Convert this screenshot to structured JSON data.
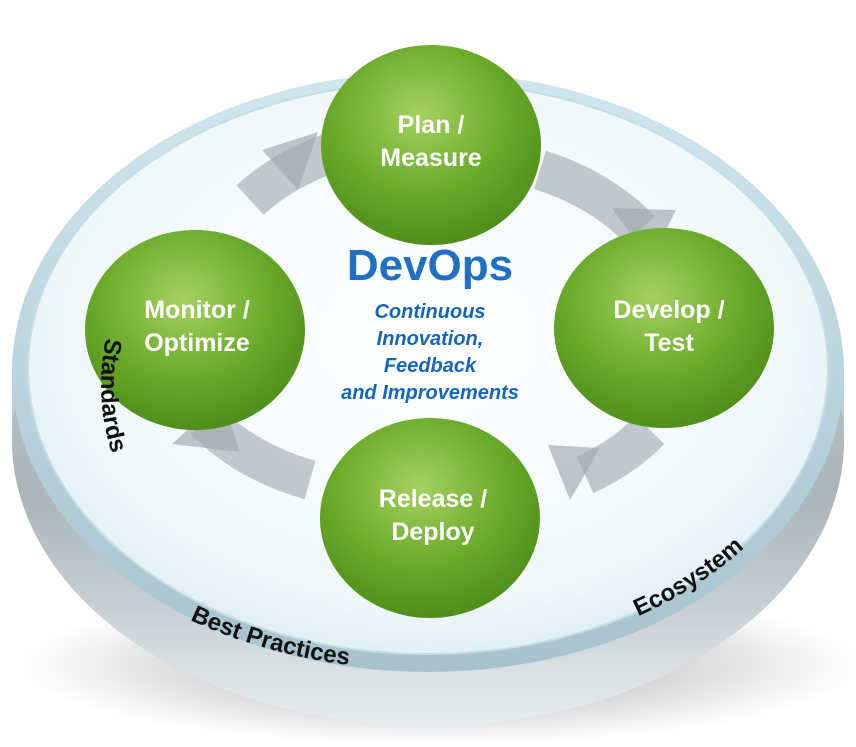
{
  "center": {
    "title": "DevOps",
    "subtitle_lines": [
      "Continuous",
      "Innovation,",
      "Feedback",
      "and Improvements"
    ]
  },
  "cycle_nodes": [
    {
      "id": "plan",
      "lines": [
        "Plan /",
        "Measure"
      ]
    },
    {
      "id": "develop",
      "lines": [
        "Develop /",
        "Test"
      ]
    },
    {
      "id": "release",
      "lines": [
        "Release /",
        "Deploy"
      ]
    },
    {
      "id": "monitor",
      "lines": [
        "Monitor /",
        "Optimize"
      ]
    }
  ],
  "foundation_labels": {
    "left": "Standards",
    "bottom": "Best Practices",
    "right": "Ecosystem"
  },
  "colors": {
    "node_green": "#6aaa2a",
    "node_light": "#a5d160",
    "title_blue": "#1f6fc5",
    "subtitle_blue": "#1565c0",
    "arrow_gray": "#9ea7ad",
    "platform_edge": "#b9c6cc",
    "platform_top": "#eaf5f8"
  }
}
